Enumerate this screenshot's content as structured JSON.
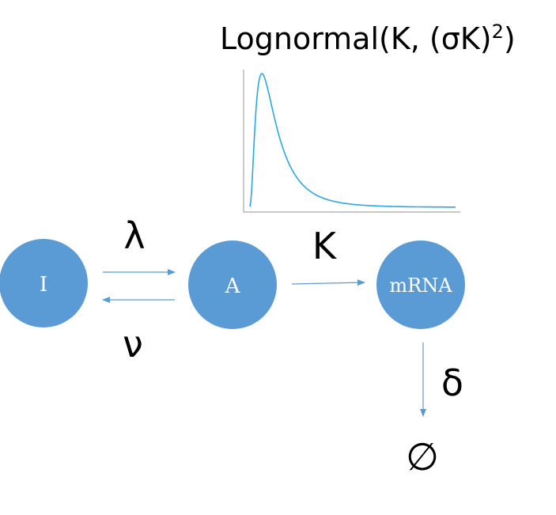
{
  "title": {
    "main": "Lognormal(K, (σK)",
    "superscript": "2",
    "closing": ")"
  },
  "nodes": {
    "inactive": {
      "label": "I"
    },
    "active": {
      "label": "A"
    },
    "mrna": {
      "label": "mRNA"
    }
  },
  "rates": {
    "activation": "λ",
    "inactivation": "ν",
    "transcription": "K",
    "degradation": "δ"
  },
  "sink": {
    "label": "∅"
  },
  "colors": {
    "node_fill": "#5b9bd5",
    "arrow": "#5b9bd5",
    "curve": "#29a8e6",
    "axis": "#a6a6a6"
  }
}
